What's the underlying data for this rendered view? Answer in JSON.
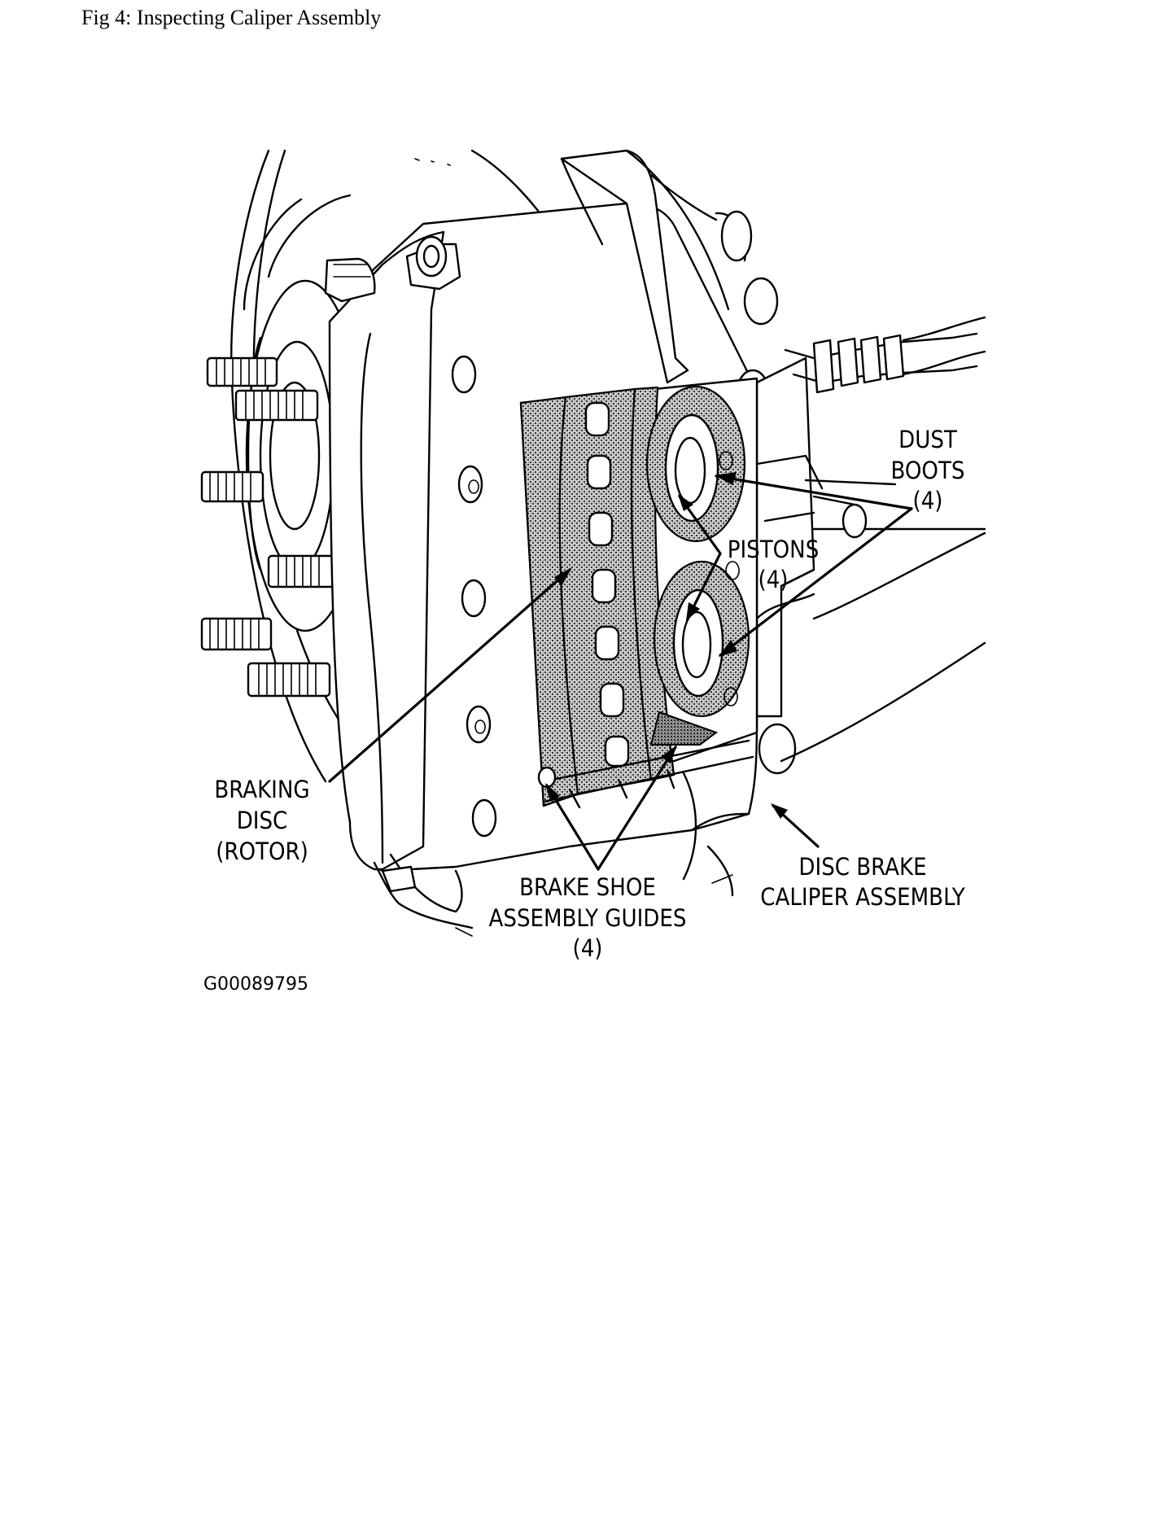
{
  "figure": {
    "caption": "Fig 4: Inspecting Caliper Assembly",
    "image_code": "G00089795"
  },
  "labels": {
    "dust_boots": [
      "DUST",
      "BOOTS",
      "(4)"
    ],
    "pistons": [
      "PISTONS",
      "(4)"
    ],
    "braking_disc": [
      "BRAKING",
      "DISC",
      "(ROTOR)"
    ],
    "brake_shoe_guides": [
      "BRAKE SHOE",
      "ASSEMBLY GUIDES",
      "(4)"
    ],
    "caliper_assembly": [
      "DISC BRAKE",
      "CALIPER ASSEMBLY"
    ]
  }
}
